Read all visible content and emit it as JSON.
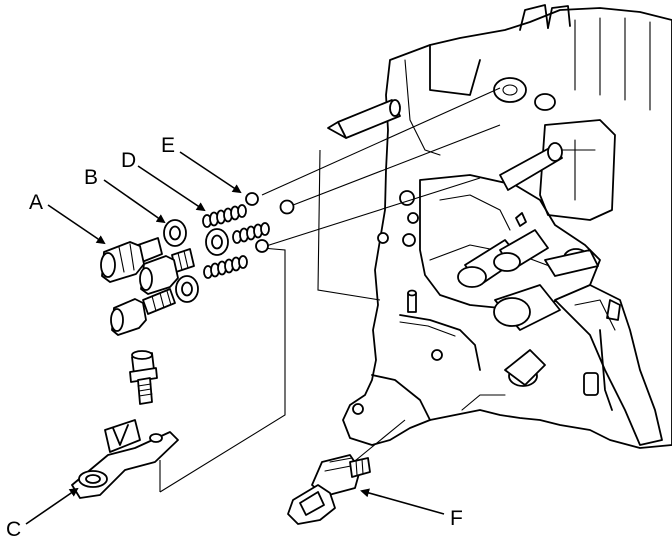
{
  "diagram": {
    "callouts": [
      {
        "id": "A",
        "label": "A"
      },
      {
        "id": "B",
        "label": "B"
      },
      {
        "id": "C",
        "label": "C"
      },
      {
        "id": "D",
        "label": "D"
      },
      {
        "id": "E",
        "label": "E"
      },
      {
        "id": "F",
        "label": "F"
      }
    ]
  }
}
